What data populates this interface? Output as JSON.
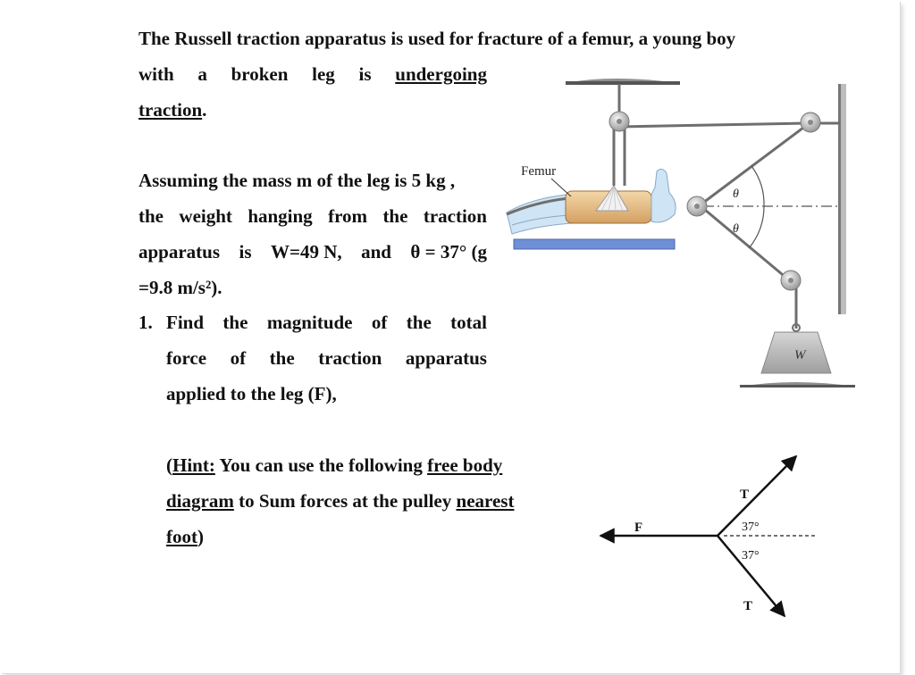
{
  "problem": {
    "intro_line1": "The Russell traction apparatus is used for fracture of a femur, a young boy",
    "intro_line2_words": [
      "with",
      "a",
      "broken",
      "leg",
      "is"
    ],
    "intro_line2_underlined": "undergoing",
    "intro_line3_underlined": "traction",
    "intro_line3_end": ".",
    "assume_line1": "Assuming the mass m of the leg is 5 kg ,",
    "assume_line2_words": [
      "the",
      "weight",
      "hanging",
      "from",
      "the",
      "traction"
    ],
    "assume_line3_words": [
      "apparatus",
      "is",
      "W=49 N,",
      "and",
      "θ = 37° (g"
    ],
    "assume_line4": "=9.8 m/s²).",
    "q1_number": "1.",
    "q1_line1_words": [
      "Find",
      "the",
      "magnitude",
      "of",
      "the",
      "total"
    ],
    "q1_line2_words": [
      "force",
      "of",
      "the",
      "traction",
      "apparatus"
    ],
    "q1_line3": "applied to the leg (F),"
  },
  "hint": {
    "open": "(",
    "label": "Hint:",
    "line1_mid": " You can use the following ",
    "line1_underlined": "free body",
    "line2_underlined_a": "diagram",
    "line2_mid": " to Sum forces at the pulley ",
    "line2_underlined_b": "nearest",
    "line3_underlined": "foot",
    "close": ")"
  },
  "apparatus_figure": {
    "femur_label": "Femur",
    "theta_upper": "θ",
    "theta_lower": "θ",
    "weight_label": "W",
    "colors": {
      "cable": "#6e6e6e",
      "cast": "#e8c28f",
      "bed": "#6f8fd6",
      "skin": "#cfe4f5",
      "pulley": "#c8c8c8"
    }
  },
  "free_body_diagram": {
    "label_F": "F",
    "label_T_upper": "T",
    "label_T_lower": "T",
    "angle_upper": "37°",
    "angle_lower": "37°"
  }
}
